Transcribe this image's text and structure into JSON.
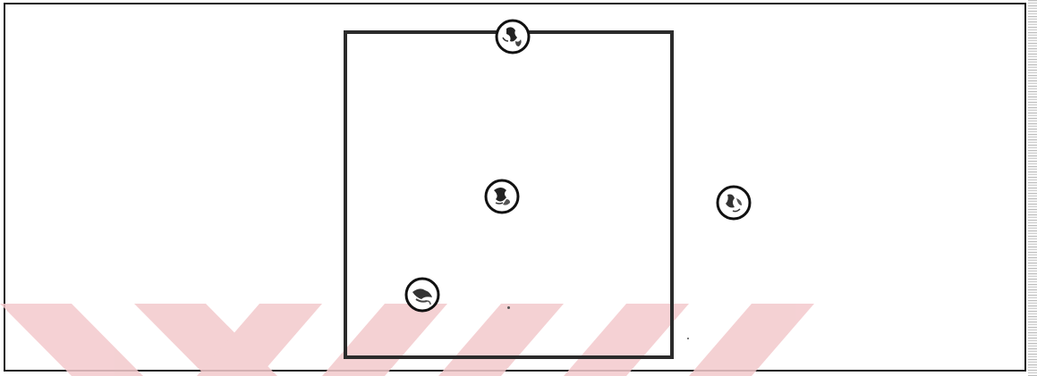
{
  "diagram": {
    "watermark_color": "#f3c9cc",
    "line_color": "#2b2b2b",
    "markers": [
      {
        "name": "globe-top-edge"
      },
      {
        "name": "globe-center"
      },
      {
        "name": "globe-outside-right"
      },
      {
        "name": "globe-bottom-left"
      }
    ]
  }
}
